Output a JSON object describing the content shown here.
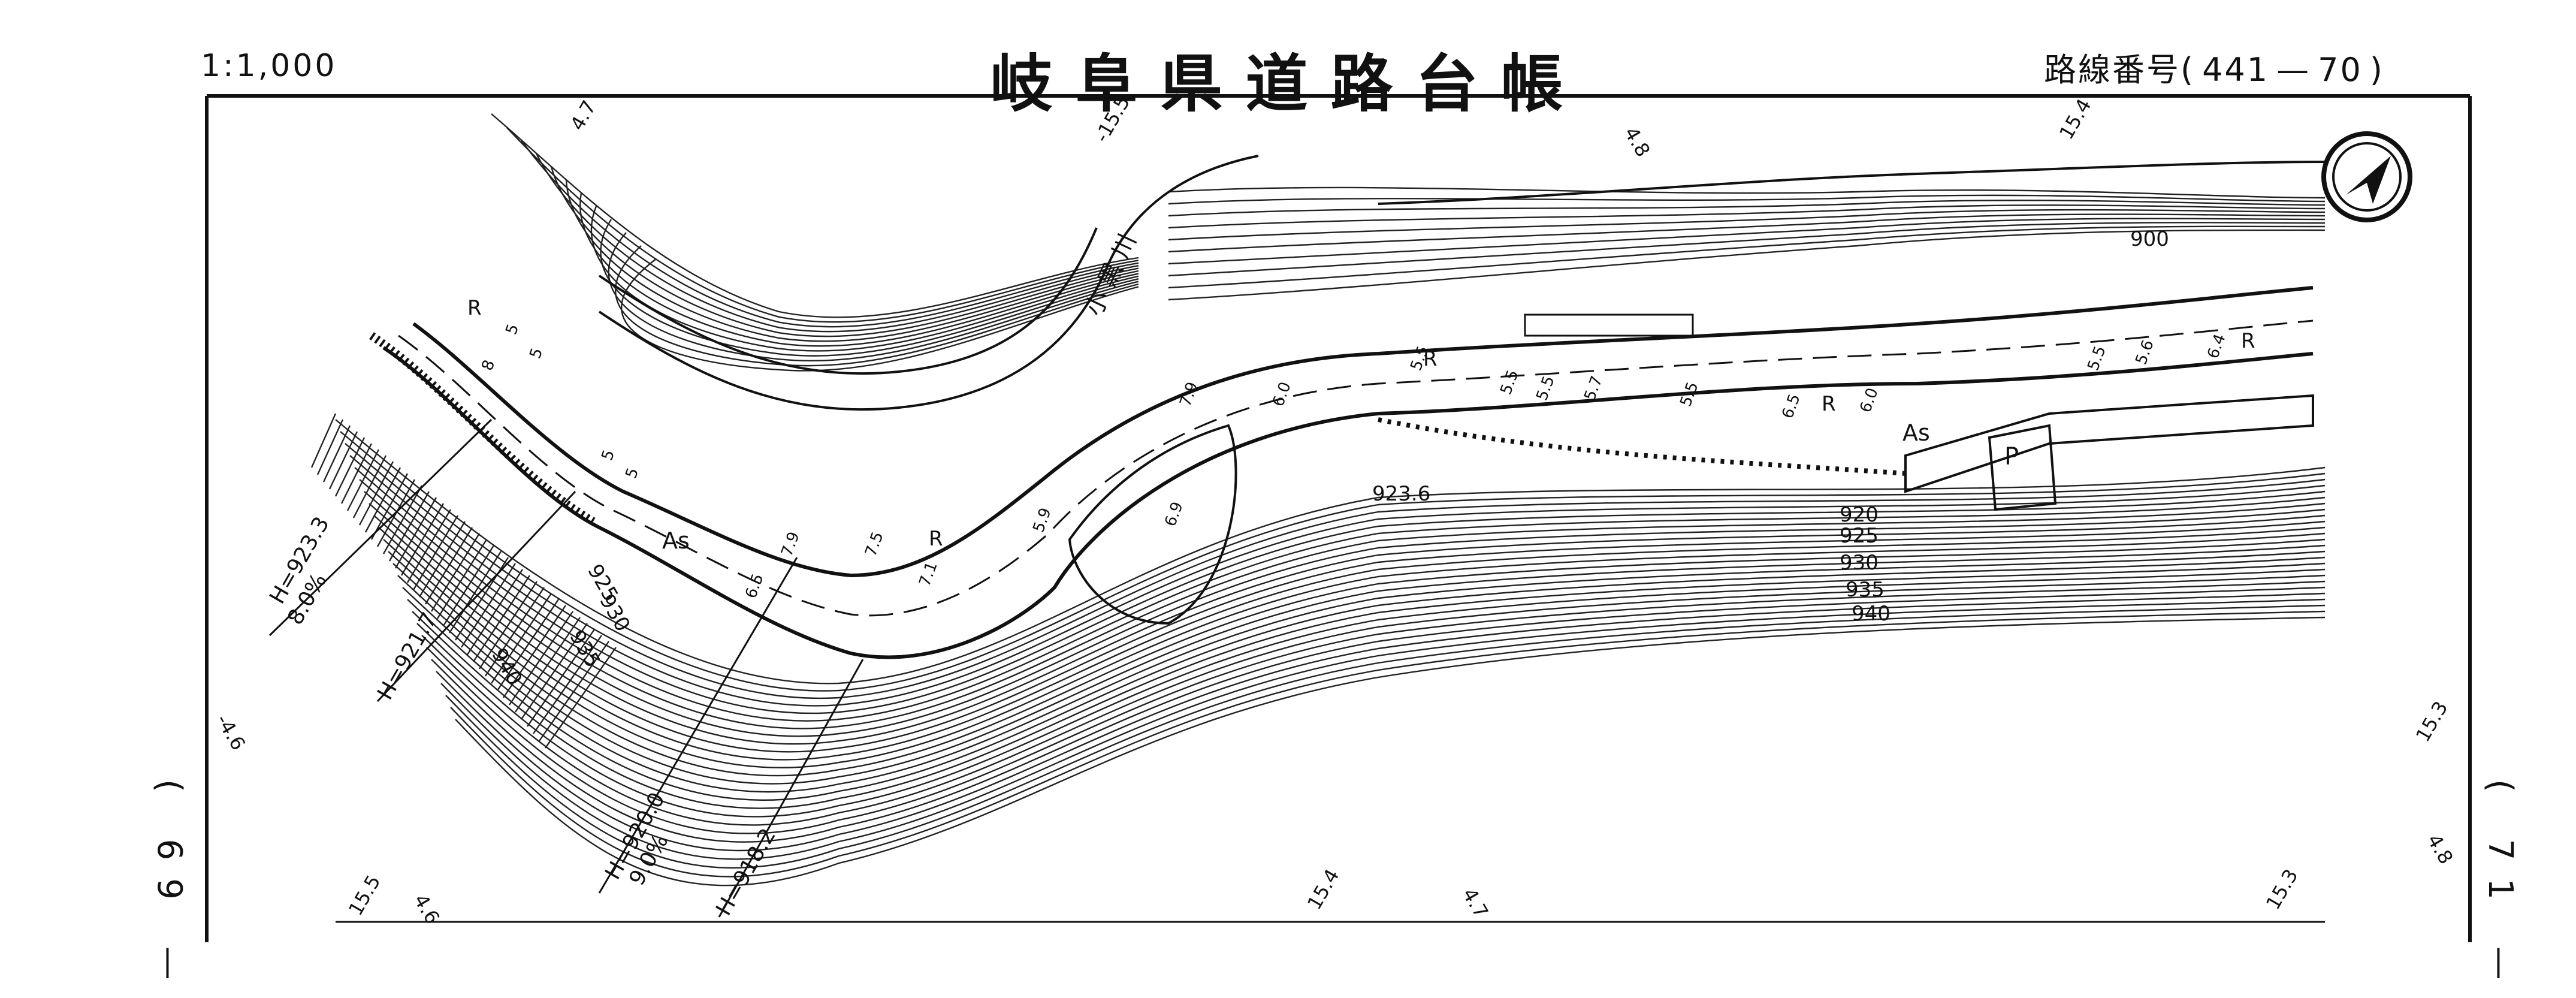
{
  "header": {
    "scale": "1:1,000",
    "title": "岐阜県道路台帳",
    "route_label": "路線番号(",
    "route_number": "441",
    "route_dash": "—",
    "route_sub": "70",
    "route_close": ")"
  },
  "side": {
    "left_page": "( 69 —",
    "right_page": "( 71 —"
  },
  "map": {
    "river_label": "小 黒 川",
    "pavement_labels": [
      "As",
      "As"
    ],
    "roadside_labels": [
      "R",
      "R",
      "R",
      "R",
      "R"
    ],
    "parking_label": "P",
    "spot_elevation": "923.6",
    "contours_lower": [
      "920",
      "925",
      "930",
      "935",
      "940"
    ],
    "contours_left": [
      "925",
      "930",
      "935",
      "940"
    ],
    "contour_upper": "900",
    "grid_ticks": [
      "4.7",
      "-15.5",
      "4.8",
      "15.4",
      "-4.6",
      "15.3",
      "4.8",
      "15.5",
      "4.6",
      "15.4",
      "4.7",
      "15.3"
    ],
    "width_marks": [
      "5",
      "5",
      "8",
      "5",
      "5",
      "7.9",
      "6.9",
      "6.0",
      "5.5",
      "5.5",
      "5.5",
      "5.7",
      "5.5",
      "6.5",
      "6.0",
      "5.5",
      "5.6",
      "6.4",
      "6.5",
      "7.1",
      "7.5",
      "7.9",
      "5.9"
    ],
    "profile_labels": [
      "H=923.3",
      "8.0%",
      "H=921.7",
      "H=920.0",
      "9.0%",
      "H=918.2"
    ],
    "north_arrow_icon": "north-arrow-icon"
  }
}
